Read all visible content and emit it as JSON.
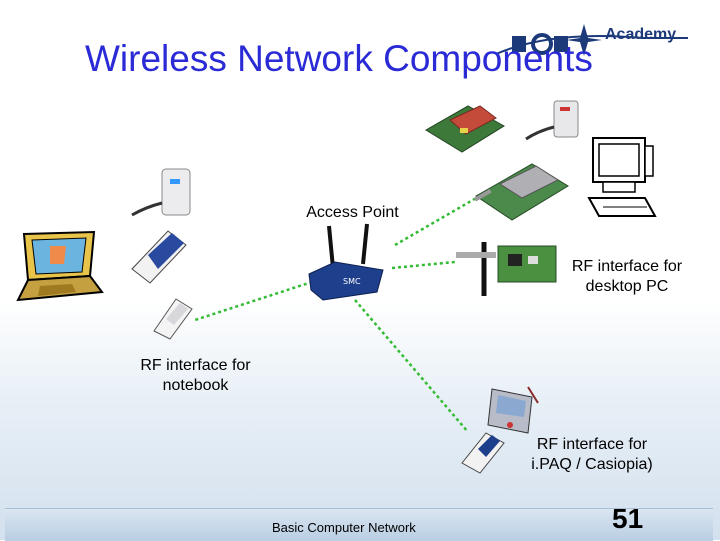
{
  "slide": {
    "title": "Wireless Network Components",
    "logo_text": "Academy",
    "footer": "Basic Computer Network",
    "page_number": "51"
  },
  "labels": {
    "access_point": "Access Point",
    "desktop_line1": "RF interface for",
    "desktop_line2": "desktop PC",
    "notebook_line1": "RF interface for",
    "notebook_line2": "notebook",
    "ipaq_line1": "RF interface for",
    "ipaq_line2": "i.PAQ / Casiopia)"
  },
  "colors": {
    "title": "#2a2ad6",
    "link": "#33bb33",
    "access_point_body": "#1e3f8c"
  }
}
